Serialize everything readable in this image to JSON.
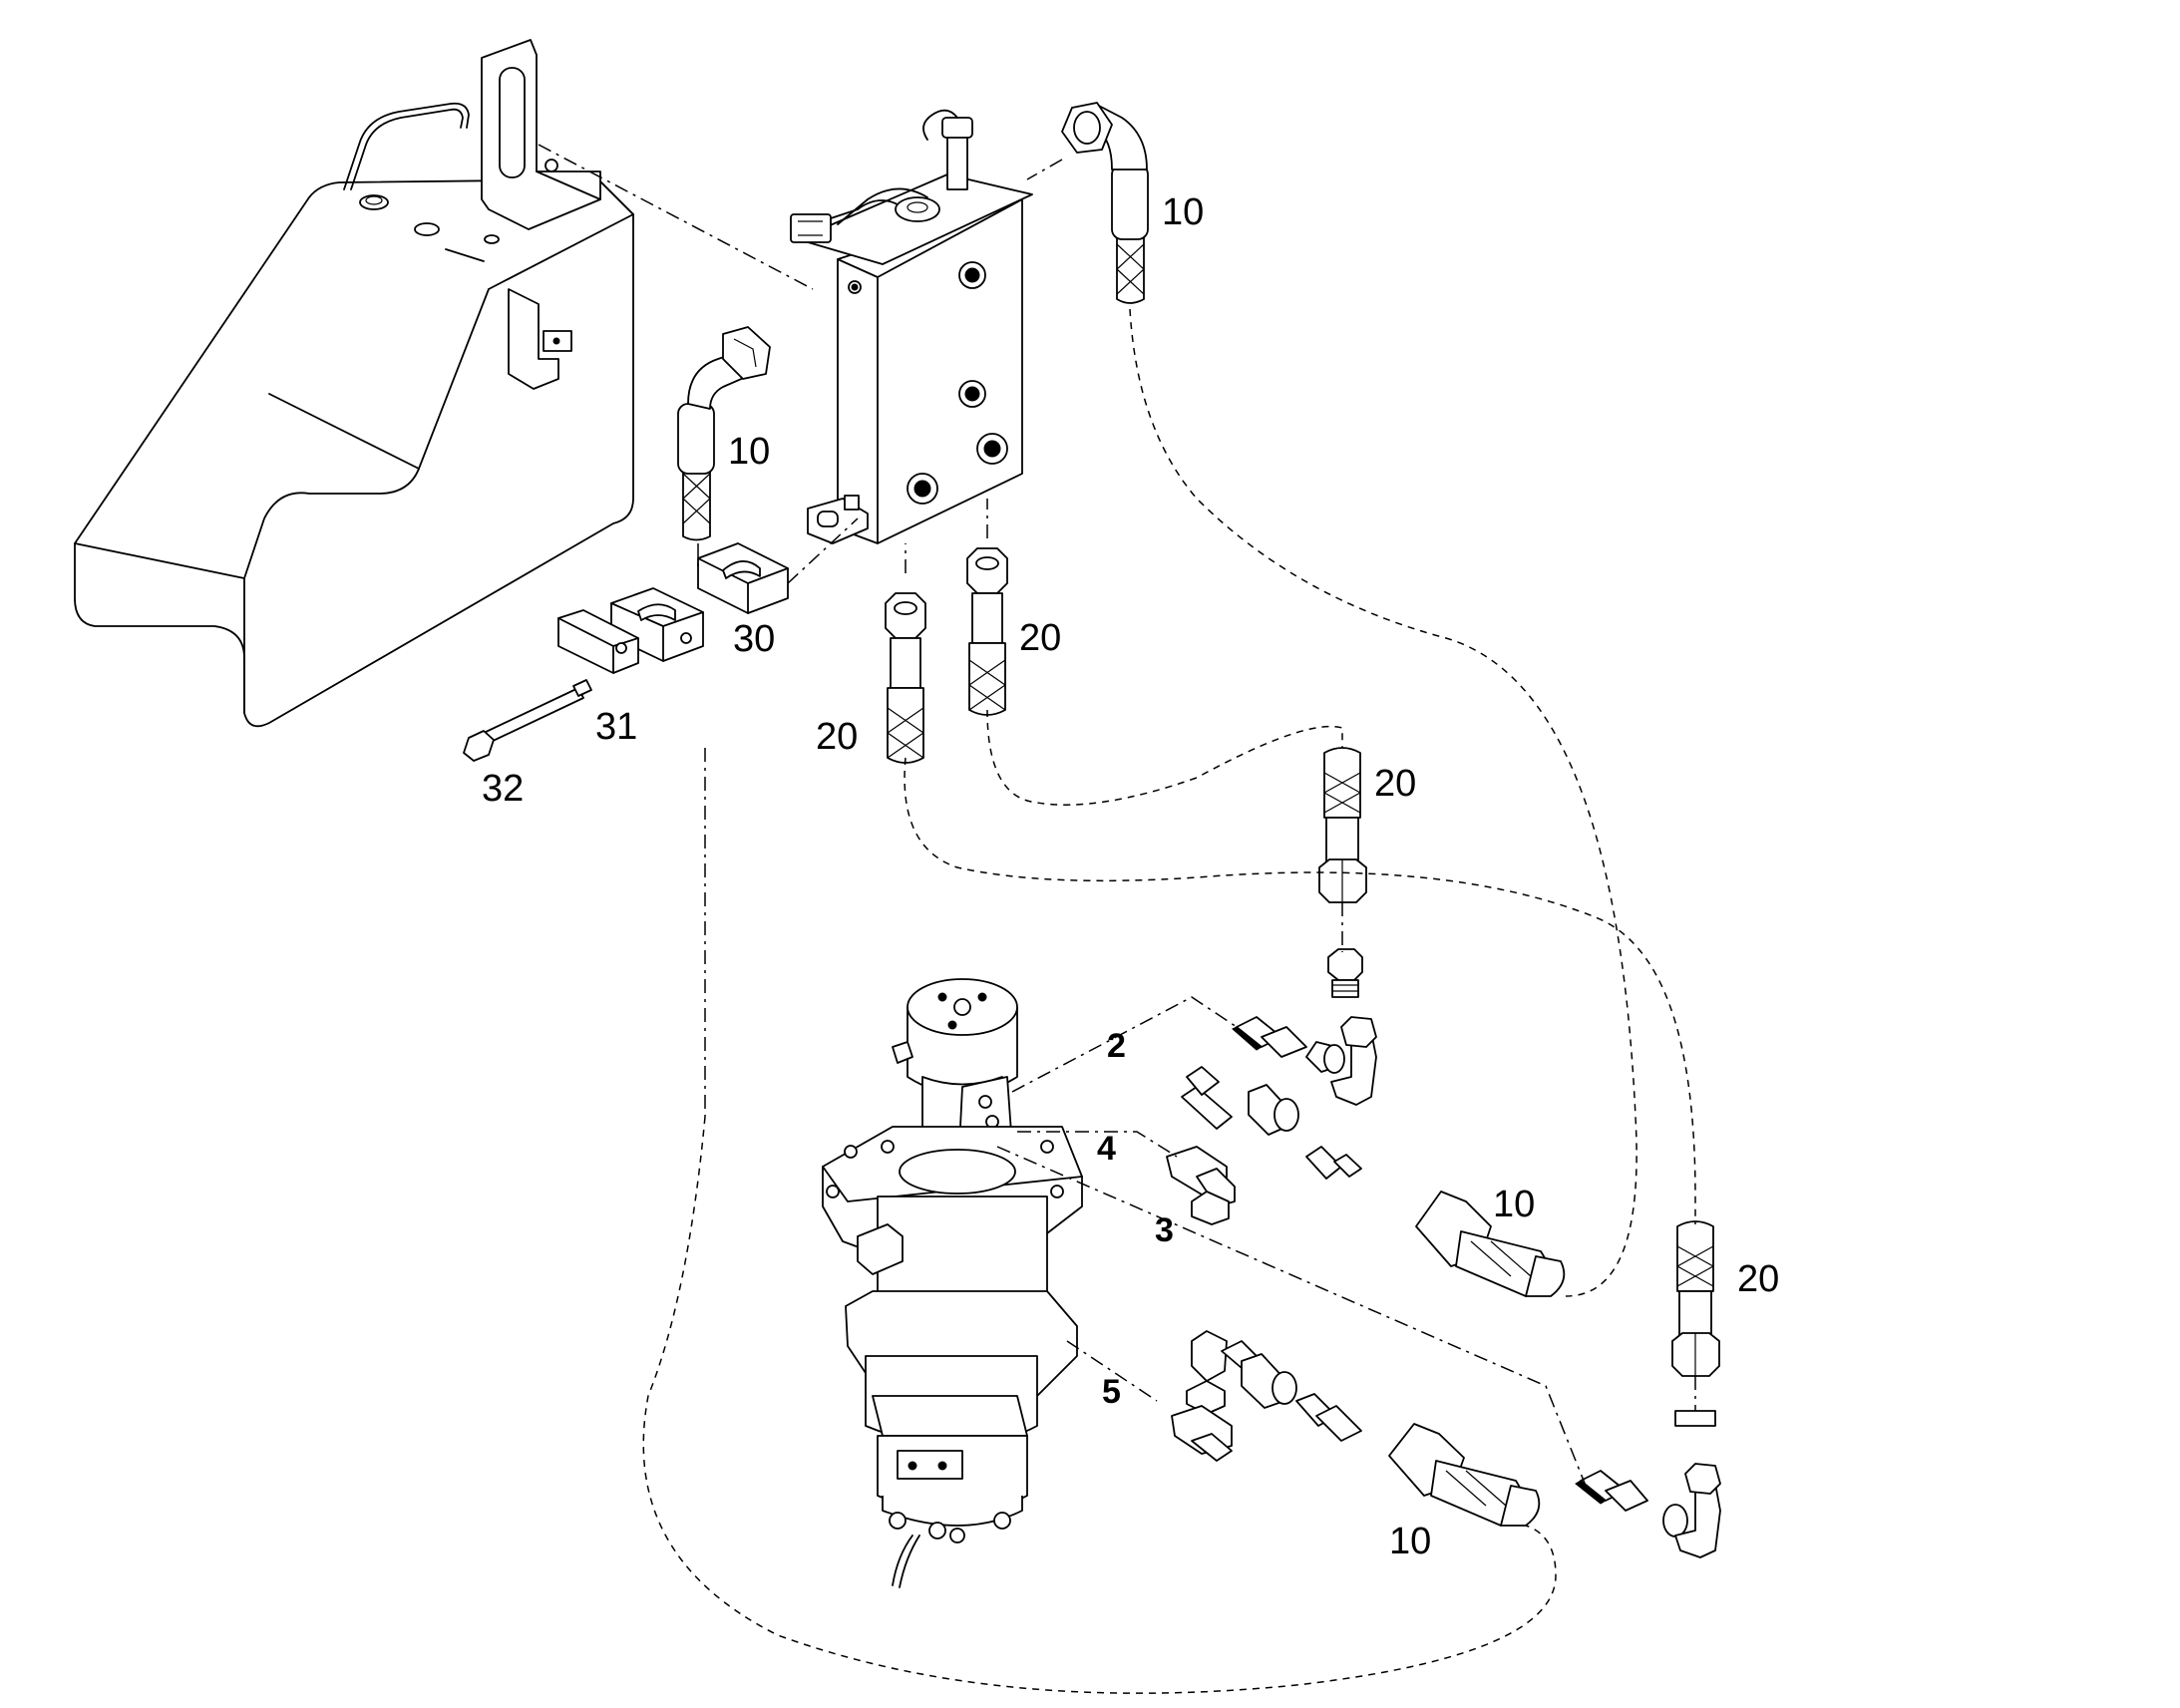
{
  "callouts": {
    "hose_top_right": "10",
    "hose_upper_left": "10",
    "fitting_right_upper": "20",
    "fitting_left_lower": "20",
    "fitting_mid_right": "20",
    "fitting_far_right": "20",
    "clamp": "30",
    "plate": "31",
    "bolt": "32",
    "port_2": "2",
    "port_4": "4",
    "port_3": "3",
    "port_5": "5",
    "hose_mid": "10",
    "hose_low": "10"
  }
}
